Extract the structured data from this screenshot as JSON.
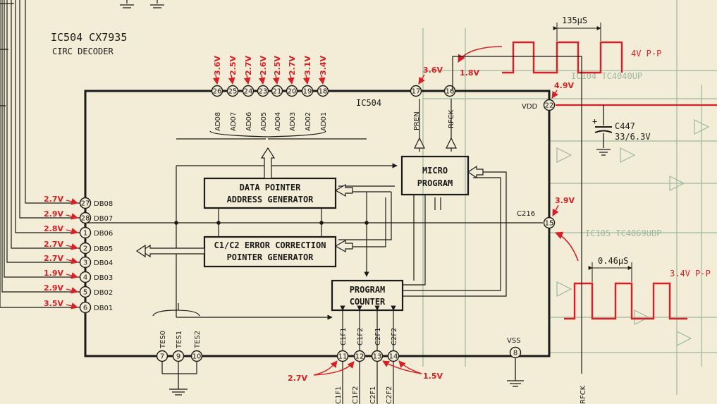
{
  "title": {
    "part": "IC504 CX7935",
    "desc": "CIRC DECODER"
  },
  "chip_label": "IC504",
  "blocks": {
    "dpag": [
      "DATA POINTER",
      "ADDRESS GENERATOR"
    ],
    "eccp": [
      "C1/C2 ERROR CORRECTION",
      "POINTER GENERATOR"
    ],
    "micro": [
      "MICRO",
      "PROGRAM"
    ],
    "pc": [
      "PROGRAM",
      "COUNTER"
    ]
  },
  "top_pins": [
    {
      "num": "26",
      "name": "AD08",
      "volt": "3.6V"
    },
    {
      "num": "25",
      "name": "AD07",
      "volt": "2.5V"
    },
    {
      "num": "24",
      "name": "AD06",
      "volt": "2.7V"
    },
    {
      "num": "23",
      "name": "AD05",
      "volt": "2.6V"
    },
    {
      "num": "21",
      "name": "AD04",
      "volt": "2.5V"
    },
    {
      "num": "20",
      "name": "AD03",
      "volt": "2.7V"
    },
    {
      "num": "19",
      "name": "AD02",
      "volt": "3.1V"
    },
    {
      "num": "18",
      "name": "AD01",
      "volt": "3.4V"
    }
  ],
  "pren": {
    "num": "17",
    "name": "PREN",
    "volt": "3.6V"
  },
  "rfck": {
    "num": "16",
    "name": "RFCK",
    "volt": "1.8V"
  },
  "vdd": {
    "num": "22",
    "name": "VDD",
    "volt": "4.9V"
  },
  "c216": {
    "num": "15",
    "name": "C216",
    "volt": "3.9V"
  },
  "vss": {
    "num": "8",
    "name": "VSS"
  },
  "left_pins": [
    {
      "num": "27",
      "name": "DB08",
      "volt": "2.7V"
    },
    {
      "num": "28",
      "name": "DB07",
      "volt": "2.9V"
    },
    {
      "num": "1",
      "name": "DB06",
      "volt": "2.8V"
    },
    {
      "num": "2",
      "name": "DB05",
      "volt": "2.7V"
    },
    {
      "num": "3",
      "name": "DB04",
      "volt": "2.7V"
    },
    {
      "num": "4",
      "name": "DB03",
      "volt": "1.9V"
    },
    {
      "num": "5",
      "name": "DB02",
      "volt": "2.9V"
    },
    {
      "num": "6",
      "name": "DB01",
      "volt": "3.5V"
    }
  ],
  "tes_pins": [
    {
      "num": "7",
      "name": "TES0"
    },
    {
      "num": "9",
      "name": "TES1"
    },
    {
      "num": "10",
      "name": "TES2"
    }
  ],
  "bottom_pins": [
    {
      "num": "11",
      "name": "C1F1",
      "ext": "C1F1"
    },
    {
      "num": "12",
      "name": "C1F2",
      "ext": "C1F2"
    },
    {
      "num": "13",
      "name": "C2F1",
      "ext": "C2F1"
    },
    {
      "num": "14",
      "name": "C2F2",
      "ext": "C2F2"
    }
  ],
  "bottom_volts": {
    "left": "2.7V",
    "right": "1.5V"
  },
  "waveform_top": {
    "period": "135μS",
    "amp": "4V P-P"
  },
  "waveform_bottom": {
    "period": "0.46μS",
    "amp": "3.4V P-P"
  },
  "capacitor": {
    "ref": "C447",
    "value": "33/6.3V"
  },
  "rfck_ext": "RFCK",
  "ghost_labels": [
    "IC104 TC4040UP",
    "IC105 TC4069UBP"
  ],
  "colors": {
    "ink": "#1a1a1a",
    "measure": "#d81f26",
    "paper": "#f3ecd6",
    "bleed": "#9db8a0"
  }
}
